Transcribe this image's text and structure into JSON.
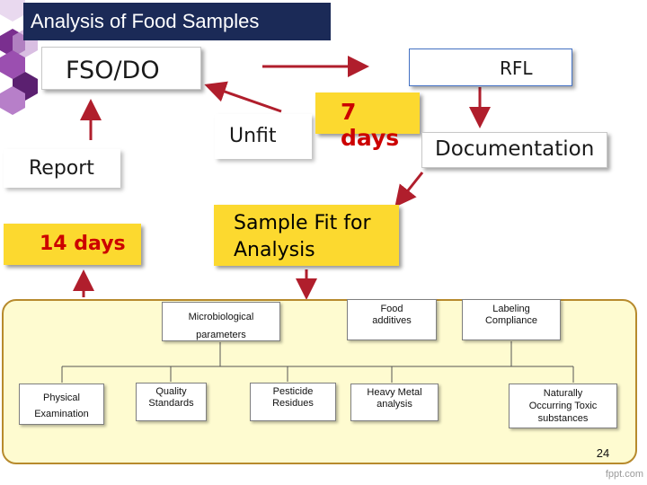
{
  "title": "Analysis of Food Samples",
  "colors": {
    "title_bg": "#1b2a57",
    "arrow": "#b01e2c",
    "highlight_box": "#fcd92f",
    "emphasis_text": "#cc0000",
    "panel_bg": "#fefbd0",
    "panel_border": "#b78a2d",
    "rfl_border": "#4472c4",
    "decoration": "#7a2f8f"
  },
  "flow": {
    "fso_do": "FSO/DO",
    "rfl": "RFL",
    "unfit": "Unfit",
    "seven_days": "7 days",
    "documentation": "Documentation",
    "report": "Report",
    "fourteen_days": "14 days",
    "sample_fit_line1": "Sample Fit for",
    "sample_fit_line2": "Analysis"
  },
  "tests": {
    "microbiological_line1": "Microbiological",
    "microbiological_line2": "parameters",
    "food_additives_line1": "Food",
    "food_additives_line2": "additives",
    "labeling_line1": "Labeling",
    "labeling_line2": "Compliance",
    "physical_line1": "Physical",
    "physical_line2": "Examination",
    "quality_line1": "Quality",
    "quality_line2": "Standards",
    "pesticide_line1": "Pesticide",
    "pesticide_line2": "Residues",
    "heavy_metal_line1": "Heavy Metal",
    "heavy_metal_line2": "analysis",
    "toxic_line1": "Naturally",
    "toxic_line2": "Occurring Toxic",
    "toxic_line3": "substances"
  },
  "page_number": "24",
  "watermark": "fppt.com"
}
